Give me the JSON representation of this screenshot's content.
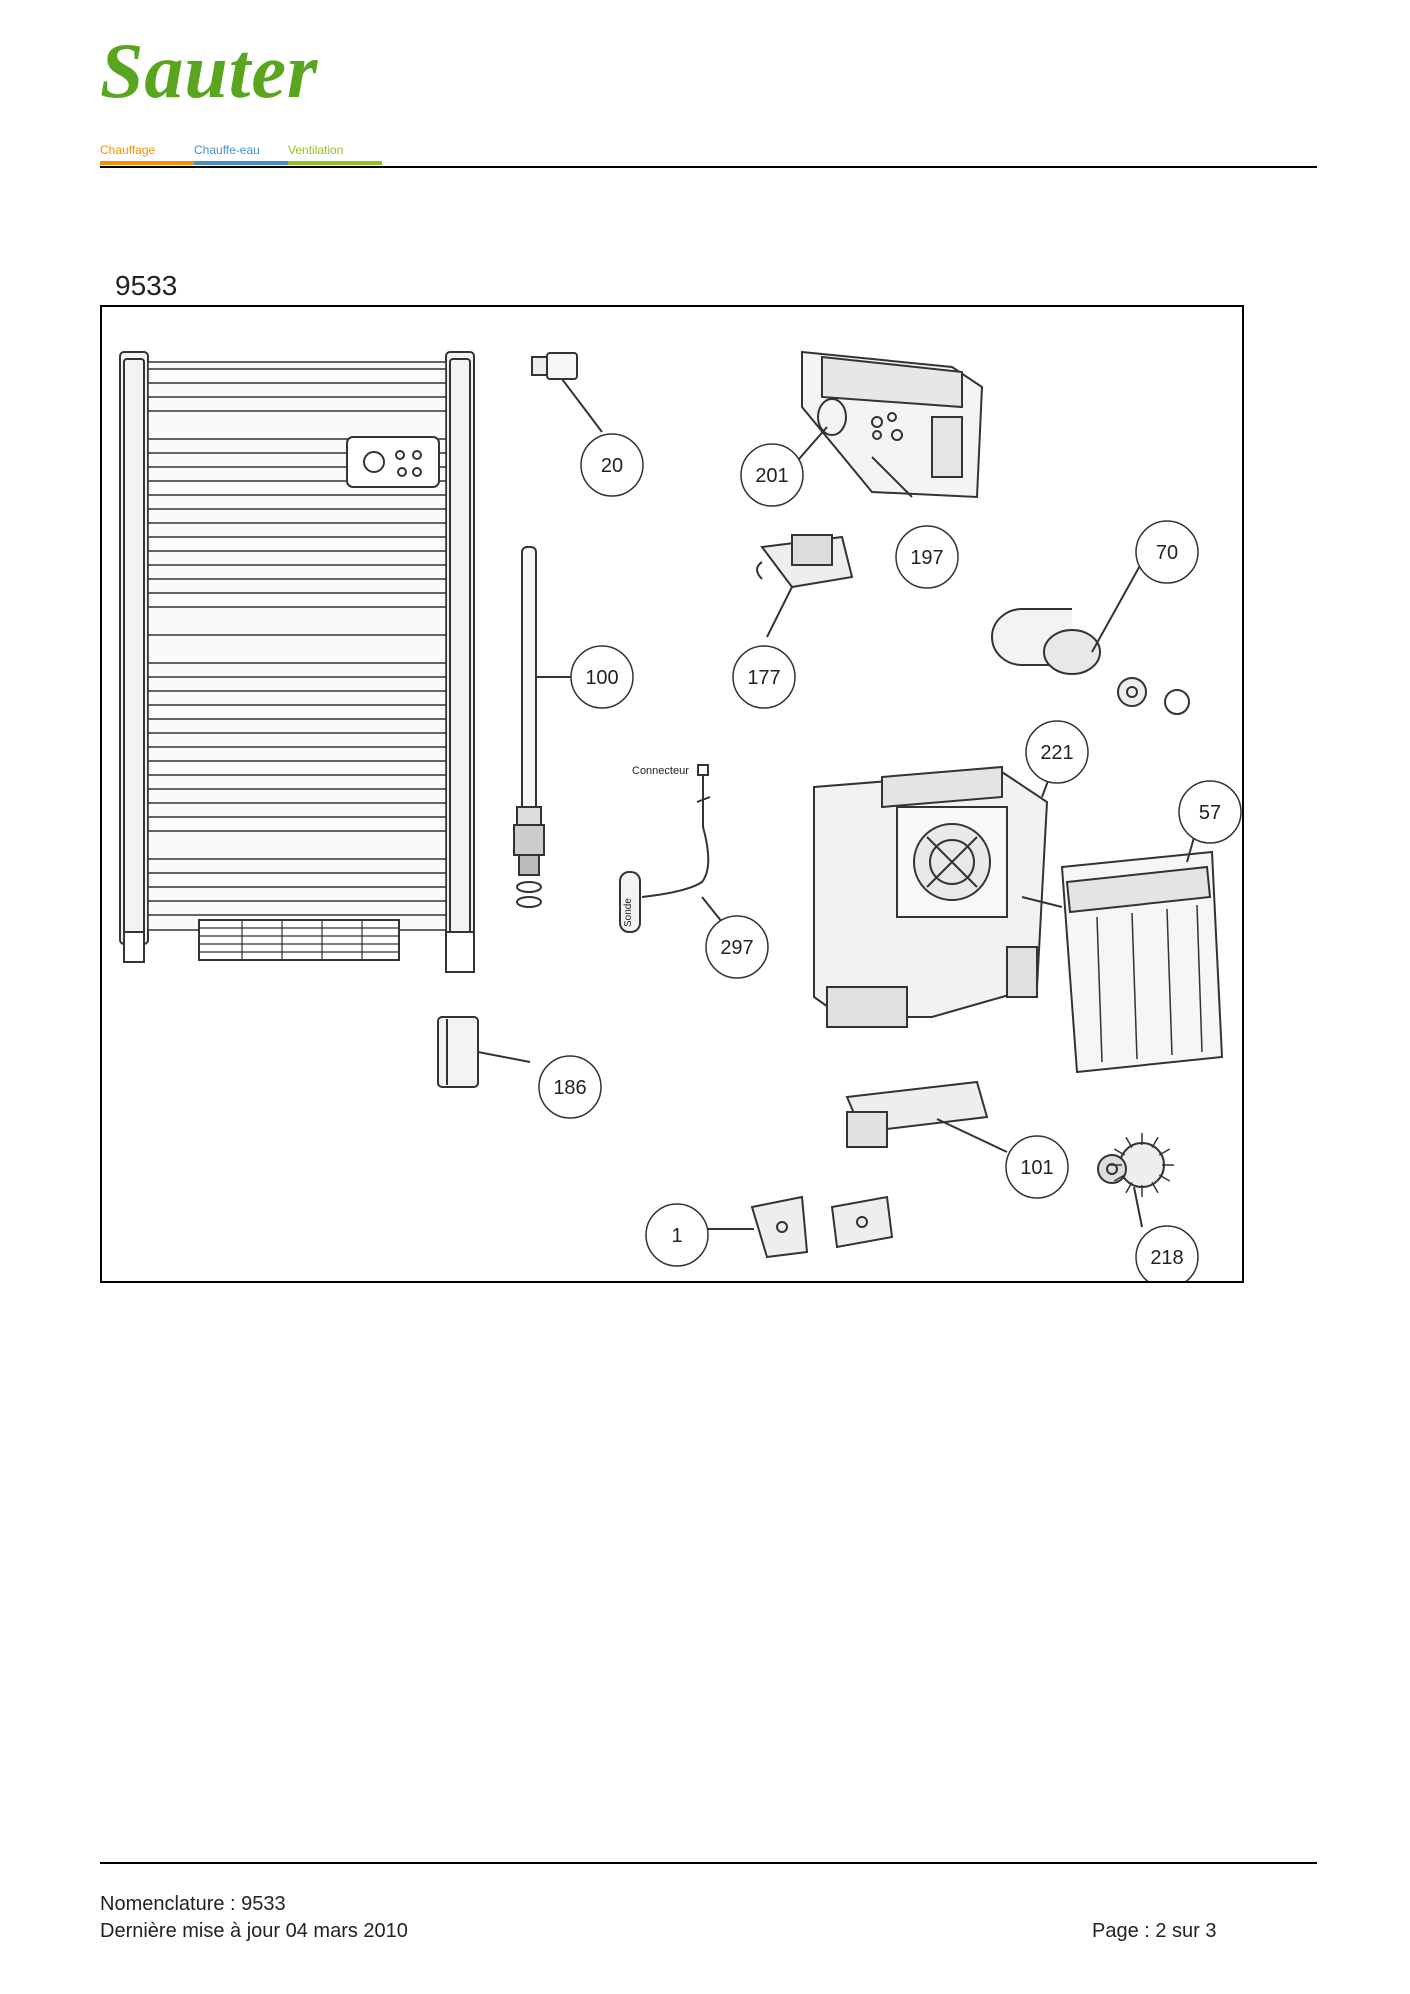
{
  "header": {
    "logo": "Sauter",
    "categories": [
      {
        "label": "Chauffage",
        "color": "#f39200"
      },
      {
        "label": "Chauffe-eau",
        "color": "#4a90c8"
      },
      {
        "label": "Ventilation",
        "color": "#95c11f"
      }
    ]
  },
  "title": "9533",
  "diagram": {
    "callouts": [
      "20",
      "201",
      "197",
      "70",
      "100",
      "177",
      "221",
      "57",
      "297",
      "186",
      "101",
      "1",
      "218"
    ],
    "labels": {
      "connector": "Connecteur",
      "probe": "Sonde"
    }
  },
  "footer": {
    "nomenclature": "Nomenclature : 9533",
    "updated": "Dernière mise à jour 04 mars 2010",
    "page": "Page : 2 sur 3"
  }
}
